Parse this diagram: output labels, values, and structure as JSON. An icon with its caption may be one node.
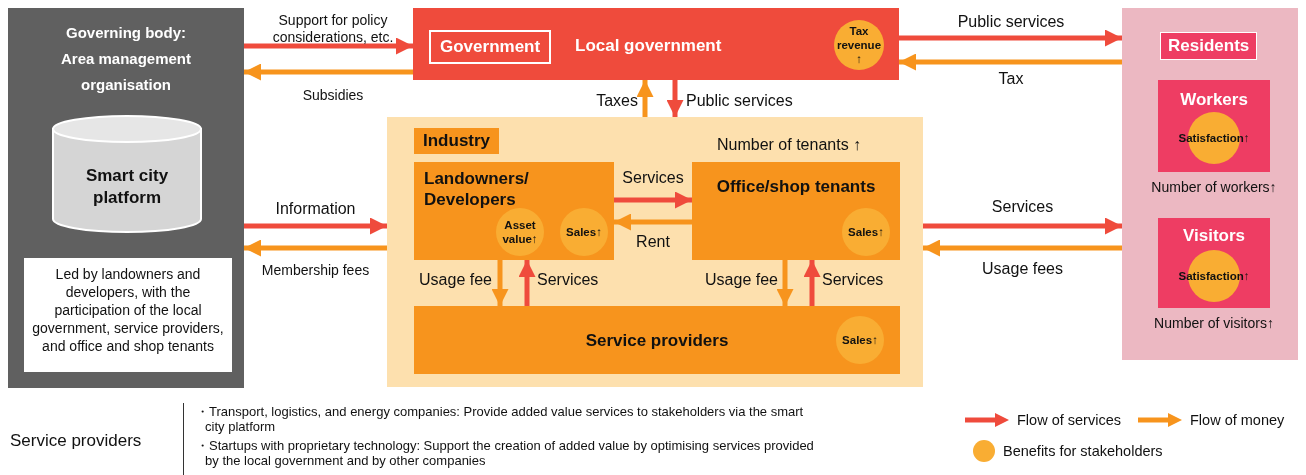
{
  "diagram": {
    "nodes": [
      {
        "text": [
          "Governing body: Area management organisation"
        ]
      },
      {
        "text": [
          "Smart city platform"
        ],
        "in": 0
      },
      {
        "text": [
          "Led by landowners and developers, with the participation of the local government, service providers, and office and shop tenants"
        ],
        "in": 0
      },
      {
        "text": [
          "Government",
          "Local government"
        ]
      },
      {
        "text": [
          "Tax revenue ↑"
        ],
        "in": 3
      },
      {
        "text": [
          "Residents"
        ]
      },
      {
        "text": [
          "Workers"
        ],
        "in": 5,
        "beside": [
          "Number of workers↑"
        ]
      },
      {
        "text": [
          "Satisfaction↑"
        ],
        "in": 6
      },
      {
        "text": [
          "Visitors"
        ],
        "in": 5,
        "beside": [
          "Number of visitors↑"
        ]
      },
      {
        "text": [
          "Satisfaction↑"
        ],
        "in": 8
      },
      {
        "text": [
          "Industry",
          "Number of tenants ↑"
        ]
      },
      {
        "text": [
          "Landowners/ Developers"
        ],
        "in": 10
      },
      {
        "text": [
          "Asset value↑"
        ],
        "in": 11
      },
      {
        "text": [
          "Sales↑"
        ],
        "in": 11
      },
      {
        "text": [
          "Office/shop tenants"
        ],
        "in": 10
      },
      {
        "text": [
          "Sales↑"
        ],
        "in": 14
      },
      {
        "text": [
          "Service providers"
        ],
        "in": 10
      },
      {
        "text": [
          "Sales↑"
        ],
        "in": 16
      }
    ],
    "edges": [
      {
        "from": 0,
        "to": 3,
        "arrow": "to",
        "label": "Support for policy considerations, etc.",
        "color": "#ef4b3c"
      },
      {
        "from": 3,
        "to": 0,
        "arrow": "to",
        "label": "Subsidies",
        "color": "#f7941d"
      },
      {
        "from": 3,
        "to": 5,
        "arrow": "to",
        "label": "Public services",
        "color": "#ef4b3c"
      },
      {
        "from": 5,
        "to": 3,
        "arrow": "to",
        "label": "Tax",
        "color": "#f7941d"
      },
      {
        "from": 10,
        "to": 3,
        "arrow": "to",
        "label": "Taxes",
        "color": "#f7941d"
      },
      {
        "from": 3,
        "to": 10,
        "arrow": "to",
        "label": "Public services",
        "color": "#ef4b3c"
      },
      {
        "from": 0,
        "to": 10,
        "arrow": "to",
        "label": "Information",
        "color": "#ef4b3c"
      },
      {
        "from": 10,
        "to": 0,
        "arrow": "to",
        "label": "Membership fees",
        "color": "#f7941d"
      },
      {
        "from": 10,
        "to": 5,
        "arrow": "to",
        "label": "Services",
        "color": "#ef4b3c"
      },
      {
        "from": 5,
        "to": 10,
        "arrow": "to",
        "label": "Usage fees",
        "color": "#f7941d"
      },
      {
        "from": 11,
        "to": 14,
        "arrow": "to",
        "label": "Services",
        "color": "#ef4b3c"
      },
      {
        "from": 14,
        "to": 11,
        "arrow": "to",
        "label": "Rent",
        "color": "#f7941d"
      },
      {
        "from": 11,
        "to": 16,
        "arrow": "to",
        "label": "Usage fee",
        "color": "#f7941d"
      },
      {
        "from": 16,
        "to": 11,
        "arrow": "to",
        "label": "Services",
        "color": "#ef4b3c"
      },
      {
        "from": 14,
        "to": 16,
        "arrow": "to",
        "label": "Usage fee",
        "color": "#f7941d"
      },
      {
        "from": 16,
        "to": 14,
        "arrow": "to",
        "label": "Services",
        "color": "#ef4b3c"
      }
    ],
    "labels": [
      "Service providers",
      "・Transport, logistics, and energy companies: Provide added value services to stakeholders via the smart city platform",
      "・Startups with proprietary technology: Support the creation of added value by optimising services provided by the local government and by other companies"
    ],
    "legend": [
      {
        "text": "Flow of services"
      },
      {
        "text": "Flow of money"
      },
      {
        "text": "Benefits for stakeholders",
        "color": "#f9ad33"
      }
    ]
  }
}
